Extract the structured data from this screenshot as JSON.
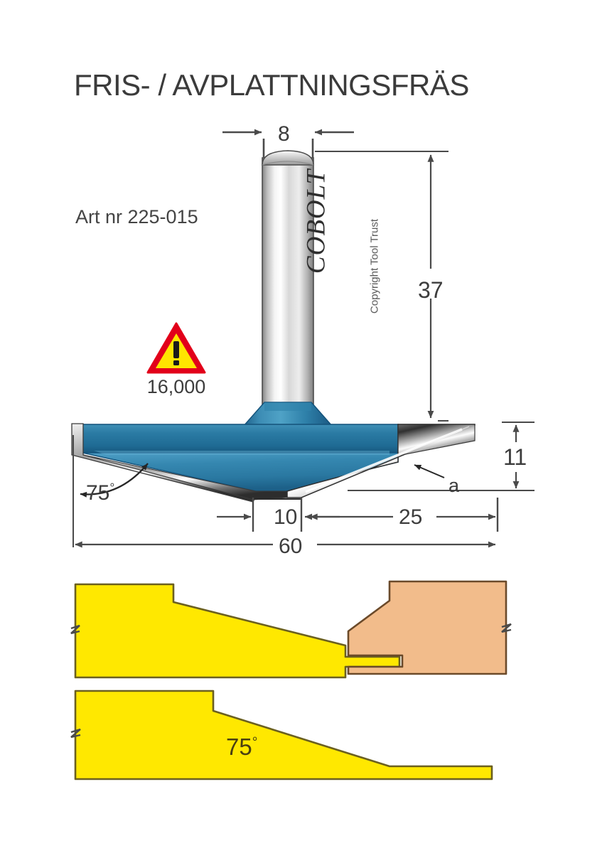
{
  "document": {
    "title": "FRIS- / AVPLATTNINGSFRÄS",
    "article_number": "Art nr 225-015",
    "background_color": "#ffffff"
  },
  "warning": {
    "icon": "warning-triangle-icon",
    "max_rpm": "16,000",
    "triangle_border_color": "#e2001a",
    "triangle_fill_color": "#ffe500",
    "exclamation_color": "#1a1a1a"
  },
  "tool": {
    "brand": "COBOLT",
    "copyright": "Copyright Tool Trust",
    "shank_color_light": "#fdfdfd",
    "shank_color_mid": "#d6d6d6",
    "shank_color_dark": "#7a7a7a",
    "cutter_blue_light": "#4a9cc4",
    "cutter_blue_mid": "#2a7ba3",
    "cutter_blue_dark": "#16557d",
    "carbide_silver_light": "#ffffff",
    "carbide_silver_dark": "#3a3a3a",
    "outline_color": "#2b2b2b"
  },
  "dimensions": {
    "shank_diameter": "8",
    "total_height": "37",
    "cutter_height": "11",
    "angle": "75",
    "hub_width": "10",
    "flank_width": "25",
    "total_diameter": "60",
    "degree_symbol": "°",
    "cutter_letter": "a",
    "line_color": "#4a4a4a"
  },
  "profiles": {
    "workpiece_fill": "#ffe800",
    "workpiece_stroke": "#6b6020",
    "mating_fill": "#f2bc8b",
    "mating_stroke": "#6b4a2a",
    "angle_label": "75",
    "angle_label_color": "#4a3f12",
    "break_mark": "zigzag-break-mark"
  }
}
